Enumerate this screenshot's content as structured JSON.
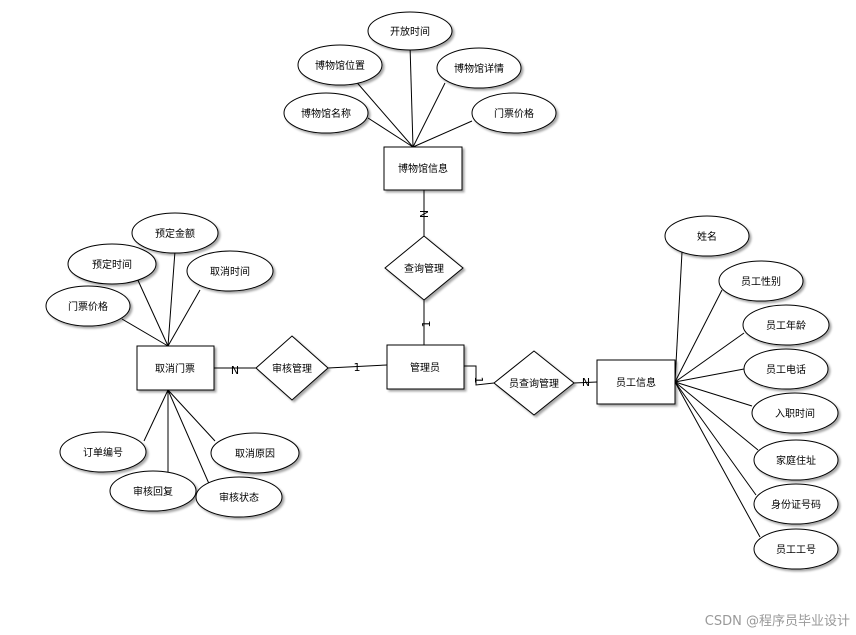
{
  "entities": [
    {
      "id": "museum",
      "label": "博物馆信息"
    },
    {
      "id": "cancel",
      "label": "取消门票"
    },
    {
      "id": "admin",
      "label": "管理员"
    },
    {
      "id": "staff",
      "label": "员工信息"
    }
  ],
  "relationships": [
    {
      "id": "query",
      "label": "查询管理"
    },
    {
      "id": "review",
      "label": "审核管理"
    },
    {
      "id": "staffq",
      "label": "员查询管理"
    }
  ],
  "attributes": {
    "museum": [
      "开放时间",
      "博物馆位置",
      "博物馆详情",
      "博物馆名称",
      "门票价格"
    ],
    "cancel": [
      "预定金额",
      "预定时间",
      "取消时间",
      "门票价格",
      "订单编号",
      "取消原因",
      "审核回复",
      "审核状态"
    ],
    "staff": [
      "姓名",
      "员工性别",
      "员工年龄",
      "员工电话",
      "入职时间",
      "家庭住址",
      "身份证号码",
      "员工工号"
    ]
  },
  "cardinalities": {
    "museum_query": "N",
    "query_admin": "1",
    "cancel_review": "N",
    "review_admin": "1",
    "admin_staffq": "1",
    "staffq_staff": "N"
  },
  "watermark": "CSDN @程序员毕业设计"
}
